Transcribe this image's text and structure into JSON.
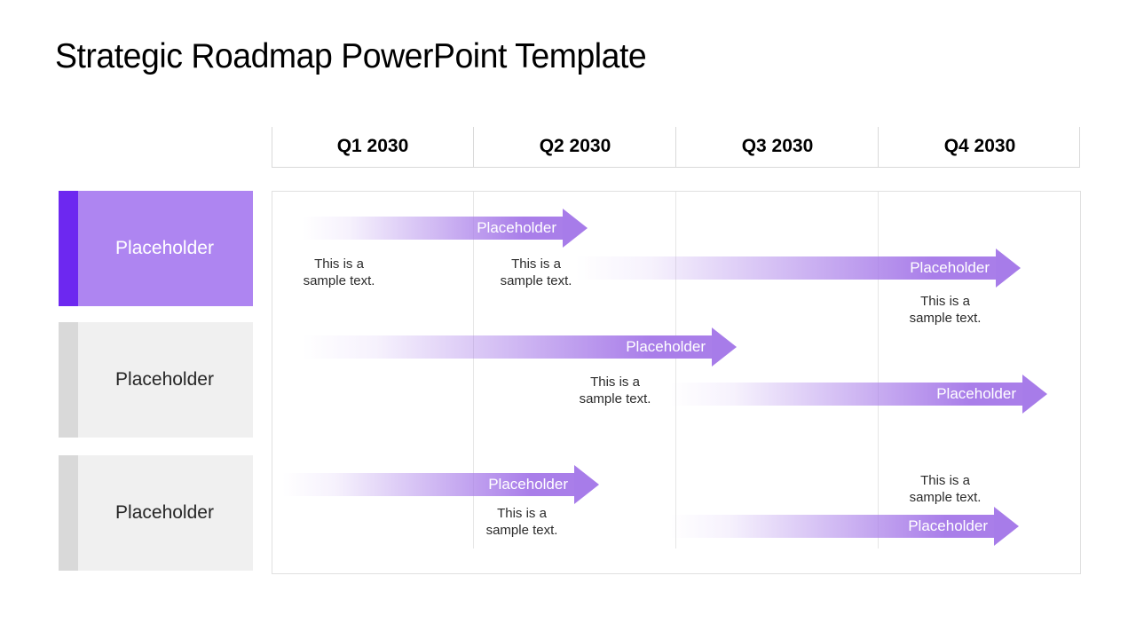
{
  "slide": {
    "title": "Strategic Roadmap PowerPoint Template"
  },
  "header": {
    "quarters": [
      "Q1 2030",
      "Q2 2030",
      "Q3 2030",
      "Q4 2030"
    ]
  },
  "rows": [
    {
      "label": "Placeholder",
      "state": "highlighted"
    },
    {
      "label": "Placeholder",
      "state": "default"
    },
    {
      "label": "Placeholder",
      "state": "default"
    }
  ],
  "arrows": [
    {
      "label": "Placeholder"
    },
    {
      "label": "Placeholder"
    },
    {
      "label": "Placeholder"
    },
    {
      "label": "Placeholder"
    },
    {
      "label": "Placeholder"
    },
    {
      "label": "Placeholder"
    }
  ],
  "samples": [
    {
      "line1": "This is a",
      "line2": "sample text."
    },
    {
      "line1": "This is a",
      "line2": "sample text."
    },
    {
      "line1": "This is a",
      "line2": "sample text."
    },
    {
      "line1": "This is a",
      "line2": "sample text."
    },
    {
      "line1": "This is a",
      "line2": "sample text."
    },
    {
      "line1": "This is a",
      "line2": "sample text."
    }
  ],
  "colors": {
    "accent_purple": "#6d28f0",
    "row_purple": "#ae85f1",
    "arrow_purple": "#a97ee9",
    "row_gray": "#f0f0f0",
    "bar_gray": "#d9d9d9",
    "grid_line": "#e0e0e0",
    "text_dark": "#262626"
  }
}
